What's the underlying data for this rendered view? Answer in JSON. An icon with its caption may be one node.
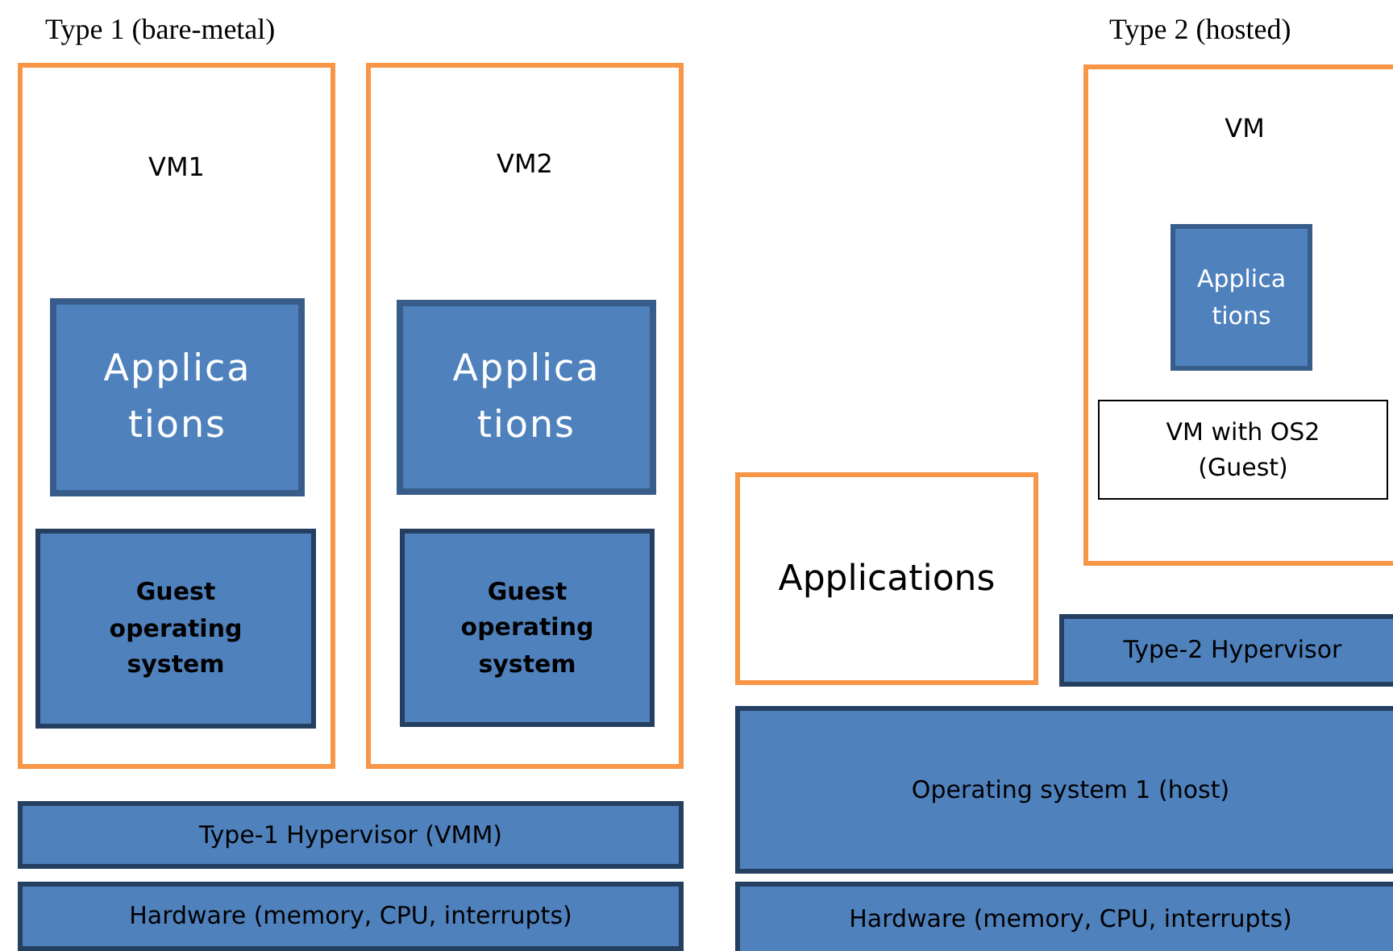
{
  "diagram": {
    "nodes": [
      {
        "text": [
          "VM1"
        ]
      },
      {
        "text": [
          "Applica tions"
        ],
        "in": 0
      },
      {
        "text": [
          "Guest operating system"
        ],
        "in": 0
      },
      {
        "text": [
          "VM2"
        ]
      },
      {
        "text": [
          "Applica tions"
        ],
        "in": 3
      },
      {
        "text": [
          "Guest operating system"
        ],
        "in": 3
      },
      {
        "text": [
          "Type-1 Hypervisor (VMM)"
        ]
      },
      {
        "text": [
          "Hardware (memory, CPU, interrupts)"
        ]
      },
      {
        "text": [
          "VM"
        ]
      },
      {
        "text": [
          "Applica tions"
        ],
        "in": 8
      },
      {
        "text": [
          "VM with OS2 (Guest)"
        ],
        "in": 8
      },
      {
        "text": [
          "Applications"
        ]
      },
      {
        "text": [
          "Type-2 Hypervisor"
        ]
      },
      {
        "text": [
          "Operating system 1 (host)"
        ]
      },
      {
        "text": [
          "Hardware (memory, CPU, interrupts)"
        ]
      }
    ],
    "edges": [],
    "labels": [
      "Type 1 (bare-metal)",
      "Type 2 (hosted)"
    ]
  }
}
